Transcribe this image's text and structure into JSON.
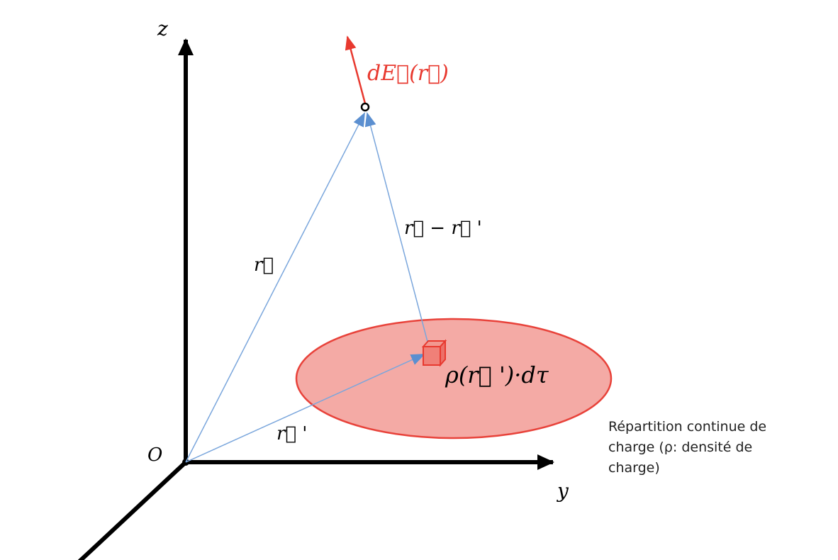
{
  "axes": {
    "z": "z",
    "y": "y",
    "origin": "O"
  },
  "labels": {
    "field": "dE⃗(r⃗)",
    "r": "r⃗",
    "r_prime": "r⃗ '",
    "r_minus_r_prime": "r⃗ − r⃗ '",
    "charge_element": "ρ(r⃗ ')·dτ"
  },
  "note": "Répartition continue de charge (ρ: densité de charge)",
  "colors": {
    "axis": "#000000",
    "vector": "#6f9fd8",
    "field": "#e8392f",
    "distribution_fill": "#f4aaa5",
    "distribution_stroke": "#e8423a"
  }
}
